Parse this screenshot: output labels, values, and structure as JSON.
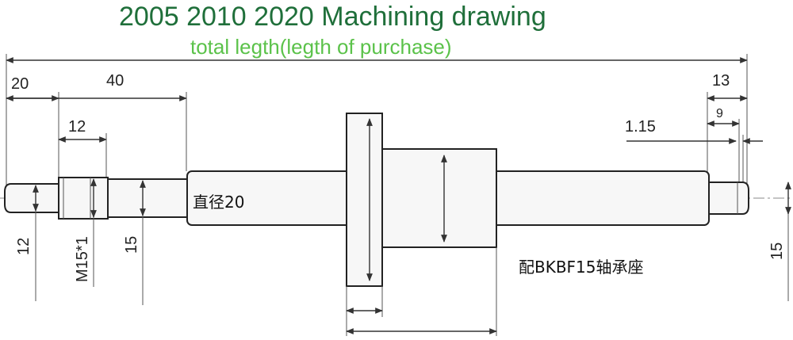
{
  "title": "2005 2010 2020 Machining drawing",
  "subtitle": "total legth(legth of purchase)",
  "dimensions": {
    "d20": "20",
    "d40": "40",
    "d12_top": "12",
    "d13": "13",
    "d9": "9",
    "d115": "1.15",
    "d12_left": "12",
    "m15": "M15*1",
    "d15_left": "15",
    "d15_right": "15"
  },
  "notes": {
    "diameter": "直径20",
    "bearing": "配BKBF15轴承座"
  }
}
